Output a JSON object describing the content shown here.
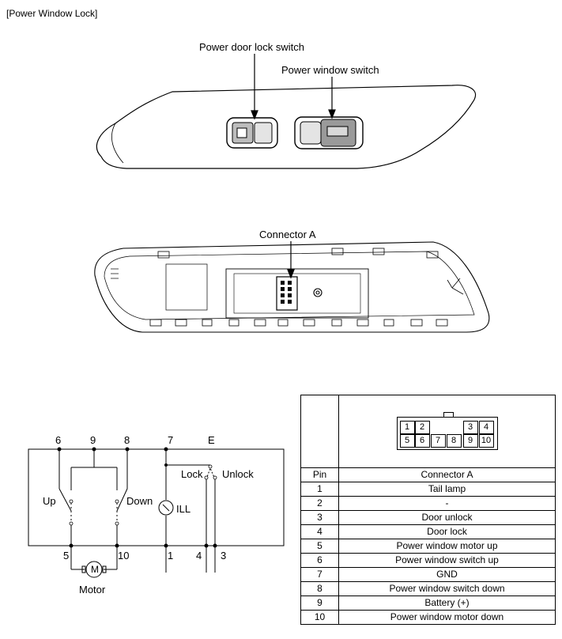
{
  "title": "[Power Window Lock]",
  "callouts": {
    "lock_switch": "Power door lock switch",
    "window_switch": "Power window switch",
    "connector": "Connector A"
  },
  "schematic": {
    "top_pins": [
      "6",
      "9",
      "8",
      "7",
      "E"
    ],
    "bottom_pins": [
      "5",
      "10",
      "1",
      "4",
      "3"
    ],
    "up": "Up",
    "down": "Down",
    "ill": "ILL",
    "lock": "Lock",
    "unlock": "Unlock",
    "motor_symbol": "M",
    "motor": "Motor"
  },
  "connector_face": {
    "top_row": [
      "1",
      "2",
      "",
      "3",
      "4"
    ],
    "bottom_row": [
      "5",
      "6",
      "7",
      "8",
      "9",
      "10"
    ]
  },
  "pin_table": {
    "headers": [
      "Pin",
      "Connector A"
    ],
    "rows": [
      {
        "pin": "1",
        "desc": "Tail lamp"
      },
      {
        "pin": "2",
        "desc": "-"
      },
      {
        "pin": "3",
        "desc": "Door unlock"
      },
      {
        "pin": "4",
        "desc": "Door lock"
      },
      {
        "pin": "5",
        "desc": "Power window motor up"
      },
      {
        "pin": "6",
        "desc": "Power window switch up"
      },
      {
        "pin": "7",
        "desc": "GND"
      },
      {
        "pin": "8",
        "desc": "Power window switch down"
      },
      {
        "pin": "9",
        "desc": "Battery (+)"
      },
      {
        "pin": "10",
        "desc": "Power window motor down"
      }
    ]
  }
}
